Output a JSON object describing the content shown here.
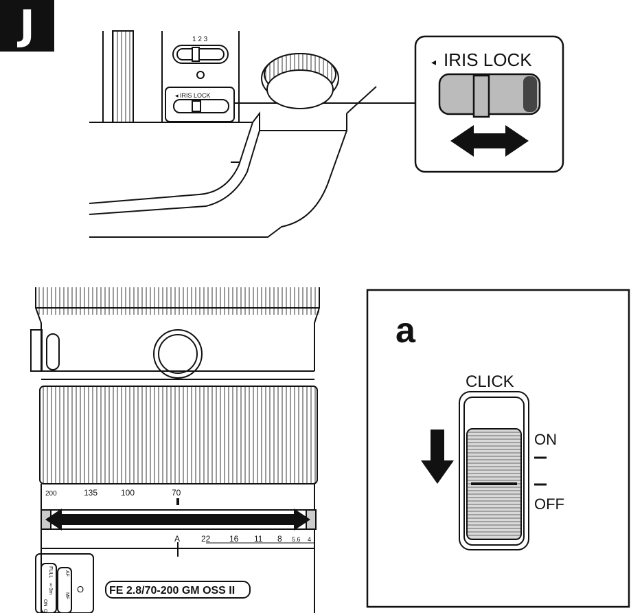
{
  "section_label": "J",
  "top_illustration": {
    "switch_positions_label": "1 2 3",
    "small_switch_label": "◂ IRIS LOCK",
    "callout": {
      "arrow_glyph": "◂",
      "label": "IRIS LOCK"
    }
  },
  "lens_illustration": {
    "focal_scale": [
      "200",
      "135",
      "100",
      "70"
    ],
    "aperture_scale": [
      "A",
      "22",
      "16",
      "11",
      "8",
      "5.6",
      "4"
    ],
    "lens_name": "FE 2.8/70-200 GM OSS II",
    "side_switch_labels": [
      "AF",
      "MF",
      "FULL",
      "∞-3m",
      "ON",
      "OFF"
    ],
    "side_switch_marker": "O"
  },
  "click_panel": {
    "panel_letter": "a",
    "title": "CLICK",
    "on_label": "ON",
    "off_label": "OFF"
  }
}
